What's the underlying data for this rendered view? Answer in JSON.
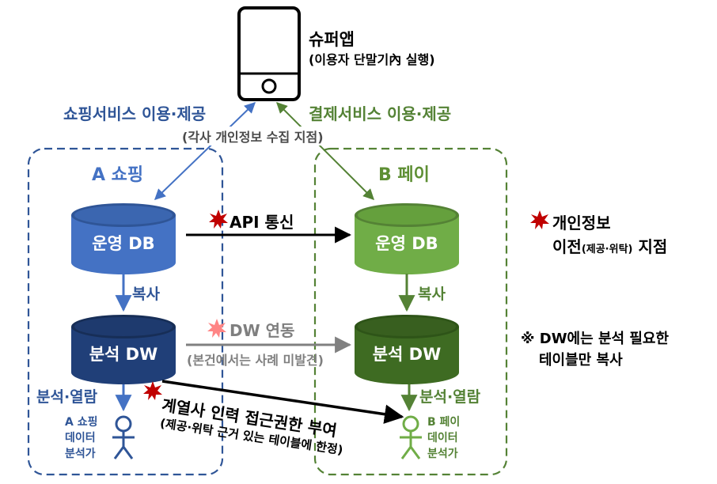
{
  "app": {
    "title": "슈퍼앱",
    "subtitle": "(이용자 단말기內 실행)"
  },
  "arrows": {
    "shopping_service": "쇼핑서비스 이용·제공",
    "payment_service": "결제서비스 이용·제공",
    "collection_note": "(각사 개인정보 수집 지점)",
    "api": "API 통신",
    "dw_link": "DW 연동",
    "dw_link_note": "(본건에서는 사례 미발견)",
    "affiliate_access": "계열사 인력 접근권한 부여",
    "affiliate_access_note": "(제공·위탁 근거 있는 테이블에 한정)"
  },
  "company_a": {
    "name": "A 쇼핑",
    "ops_db": "운영 DB",
    "copy": "복사",
    "dw": "분석 DW",
    "analysis": "분석·열람",
    "analyst": [
      "A 쇼핑",
      "데이터",
      "분석가"
    ]
  },
  "company_b": {
    "name": "B 페이",
    "ops_db": "운영 DB",
    "copy": "복사",
    "dw": "분석 DW",
    "analysis": "분석·열람",
    "analyst": [
      "B 페이",
      "데이터",
      "분석가"
    ]
  },
  "legend": {
    "transfer_line1": "개인정보",
    "transfer_line2_a": "이전",
    "transfer_line2_b": "(제공·위탁)",
    "transfer_line2_c": " 지점",
    "note_line1": "※ DW에는 분석 필요한",
    "note_line2": "테이블만 복사"
  },
  "colors": {
    "blue_dark": "#2F5597",
    "blue": "#4472C4",
    "green_dark": "#548235",
    "green": "#70AD47",
    "star_red": "#C00000",
    "gray": "#7F7F7F"
  }
}
